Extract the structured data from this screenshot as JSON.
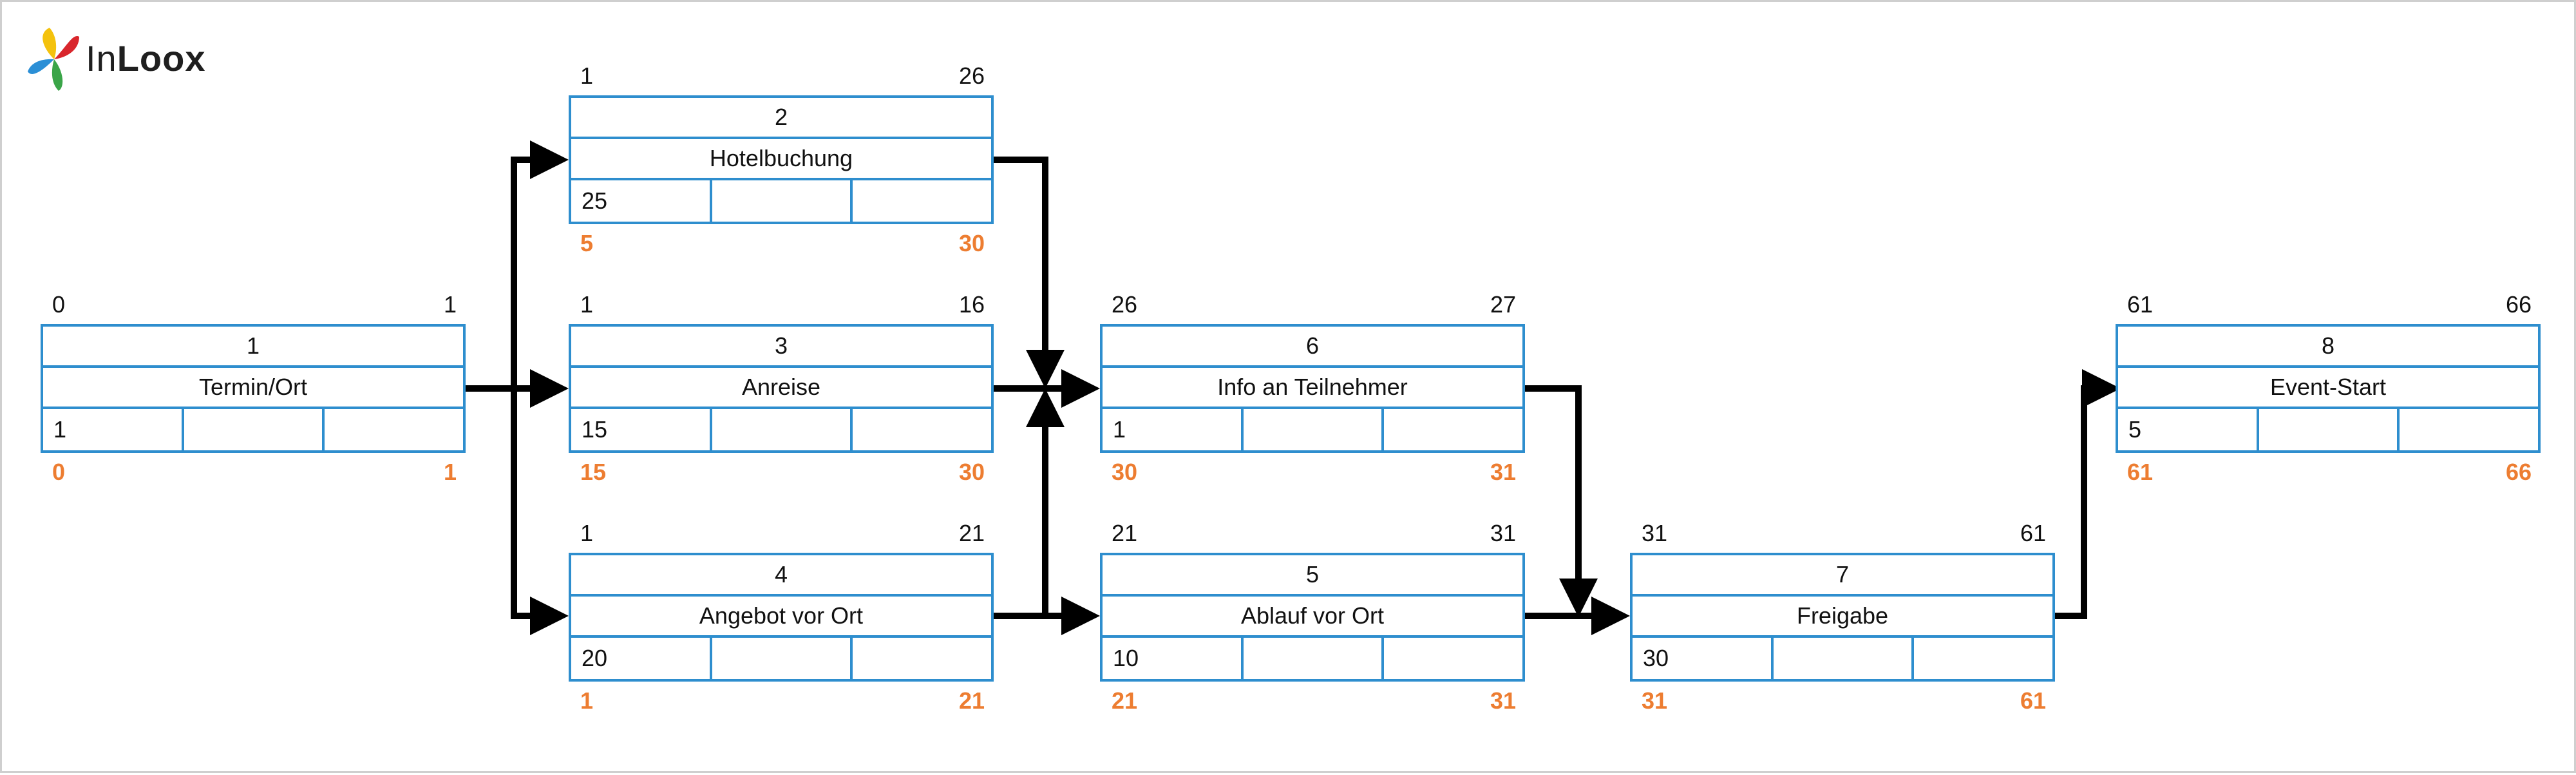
{
  "logo": {
    "text_light": "In",
    "text_bold": "Loox"
  },
  "nodes": [
    {
      "id": "n1",
      "number": "1",
      "name": "Termin/Ort",
      "duration": "1",
      "early_start": "0",
      "early_finish": "1",
      "late_start": "0",
      "late_finish": "1"
    },
    {
      "id": "n2",
      "number": "2",
      "name": "Hotelbuchung",
      "duration": "25",
      "early_start": "1",
      "early_finish": "26",
      "late_start": "5",
      "late_finish": "30"
    },
    {
      "id": "n3",
      "number": "3",
      "name": "Anreise",
      "duration": "15",
      "early_start": "1",
      "early_finish": "16",
      "late_start": "15",
      "late_finish": "30"
    },
    {
      "id": "n4",
      "number": "4",
      "name": "Angebot vor Ort",
      "duration": "20",
      "early_start": "1",
      "early_finish": "21",
      "late_start": "1",
      "late_finish": "21"
    },
    {
      "id": "n6",
      "number": "6",
      "name": "Info an Teilnehmer",
      "duration": "1",
      "early_start": "26",
      "early_finish": "27",
      "late_start": "30",
      "late_finish": "31"
    },
    {
      "id": "n5",
      "number": "5",
      "name": "Ablauf vor Ort",
      "duration": "10",
      "early_start": "21",
      "early_finish": "31",
      "late_start": "21",
      "late_finish": "31"
    },
    {
      "id": "n7",
      "number": "7",
      "name": "Freigabe",
      "duration": "30",
      "early_start": "31",
      "early_finish": "61",
      "late_start": "31",
      "late_finish": "61"
    },
    {
      "id": "n8",
      "number": "8",
      "name": "Event-Start",
      "duration": "5",
      "early_start": "61",
      "early_finish": "66",
      "late_start": "61",
      "late_finish": "66"
    }
  ],
  "edges": [
    {
      "from": "1",
      "to": "2"
    },
    {
      "from": "1",
      "to": "3"
    },
    {
      "from": "1",
      "to": "4"
    },
    {
      "from": "2",
      "to": "6"
    },
    {
      "from": "3",
      "to": "6"
    },
    {
      "from": "4",
      "to": "6"
    },
    {
      "from": "4",
      "to": "5"
    },
    {
      "from": "6",
      "to": "7"
    },
    {
      "from": "5",
      "to": "7"
    },
    {
      "from": "7",
      "to": "8"
    }
  ],
  "colors": {
    "box_border": "#2e8ece",
    "late_dates": "#ed7d31",
    "text": "#111111",
    "arrows": "#000000"
  }
}
